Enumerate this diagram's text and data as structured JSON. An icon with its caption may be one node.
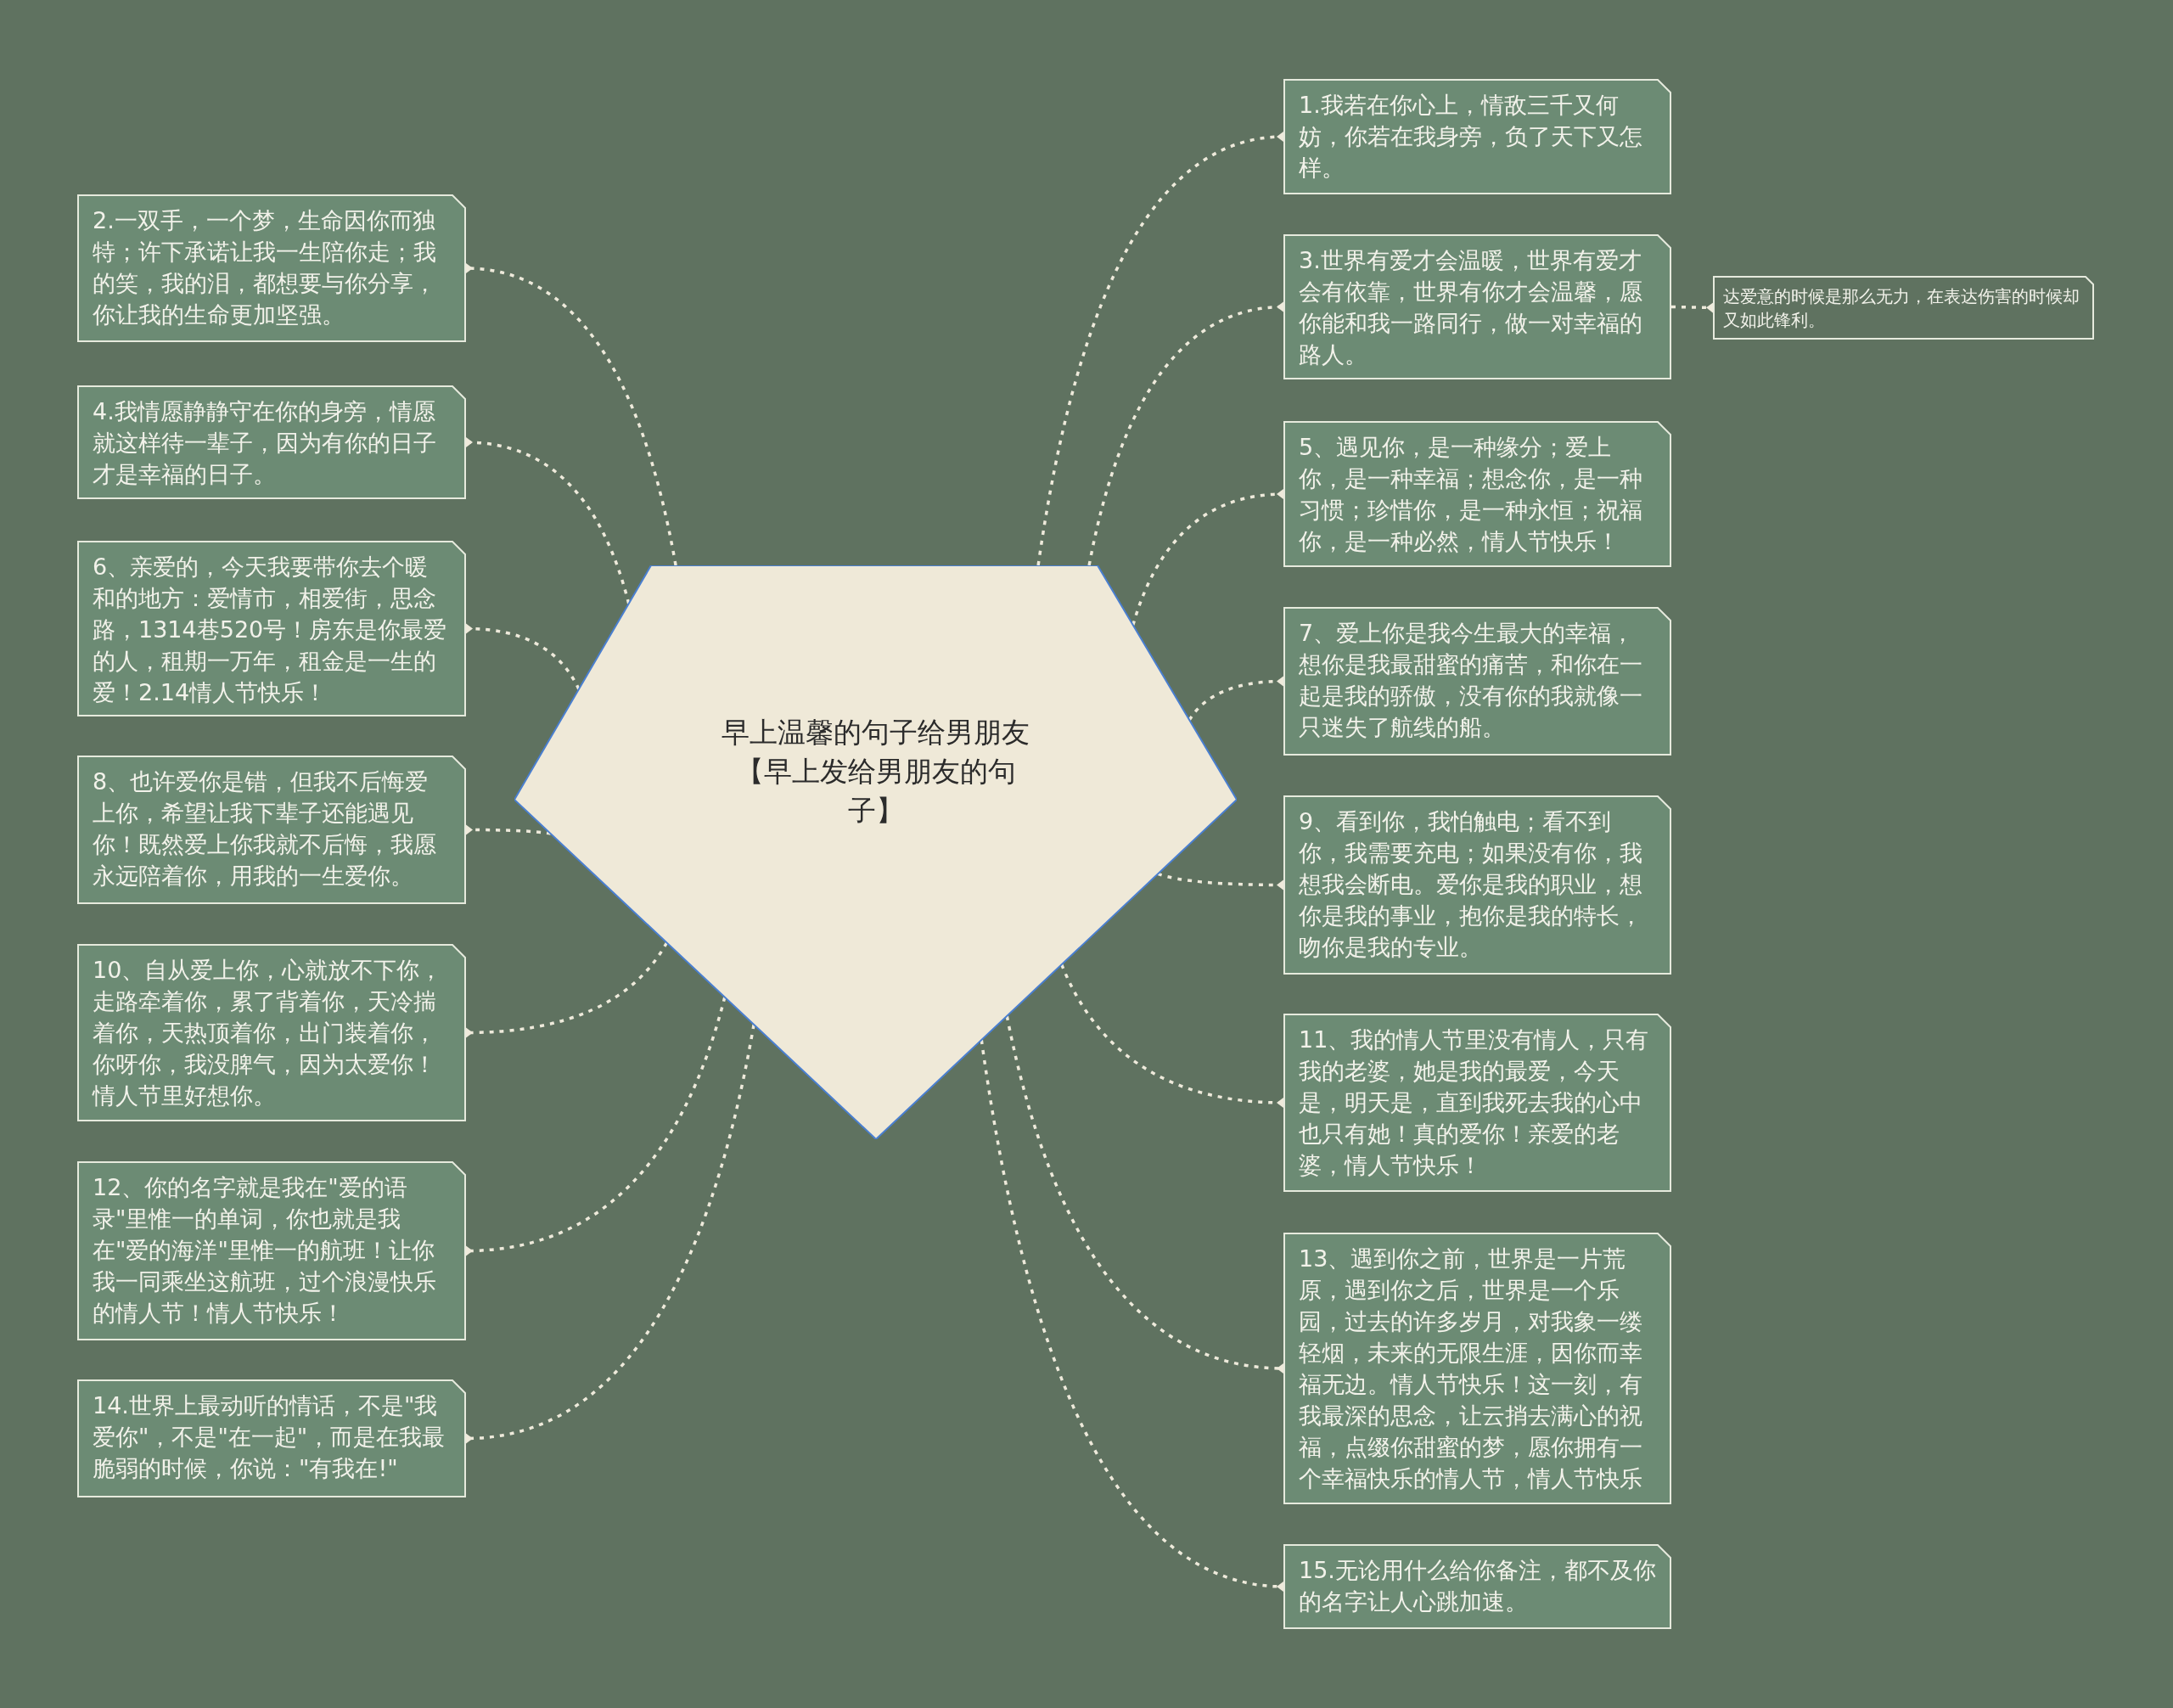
{
  "diagram": {
    "nodes": [
      {
        "text": [
          "早上温馨的句子给男朋友【早上发给男朋友的句子】"
        ]
      },
      {
        "text": [
          "1.我若在你心上，情敌三千又何妨，你若在我身旁，负了天下又怎样。"
        ]
      },
      {
        "text": [
          "2.一双手，一个梦，生命因你而独特；许下承诺让我一生陪你走；我的笑，我的泪，都想要与你分享，你让我的生命更加坚强。"
        ]
      },
      {
        "text": [
          "3.世界有爱才会温暖，世界有爱才会有依靠，世界有你才会温馨，愿你能和我一路同行，做一对幸福的路人。"
        ]
      },
      {
        "text": [
          "4.我情愿静静守在你的身旁，情愿就这样待一辈子，因为有你的日子才是幸福的日子。"
        ]
      },
      {
        "text": [
          "5、遇见你，是一种缘分；爱上你，是一种幸福；想念你，是一种习惯；珍惜你，是一种永恒；祝福你，是一种必然，情人节快乐！"
        ]
      },
      {
        "text": [
          "6、亲爱的，今天我要带你去个暖和的地方：爱情市，相爱街，思念路，1314巷520号！房东是你最爱的人，租期一万年，租金是一生的爱！2.14情人节快乐！"
        ]
      },
      {
        "text": [
          "7、爱上你是我今生最大的幸福，想你是我最甜蜜的痛苦，和你在一起是我的骄傲，没有你的我就像一只迷失了航线的船。"
        ]
      },
      {
        "text": [
          "8、也许爱你是错，但我不后悔爱上你，希望让我下辈子还能遇见你！既然爱上你我就不后悔，我愿永远陪着你，用我的一生爱你。"
        ]
      },
      {
        "text": [
          "9、看到你，我怕触电；看不到你，我需要充电；如果没有你，我想我会断电。爱你是我的职业，想你是我的事业，抱你是我的特长，吻你是我的专业。"
        ]
      },
      {
        "text": [
          "10、自从爱上你，心就放不下你，走路牵着你，累了背着你，天冷揣着你，天热顶着你，出门装着你，你呀你，我没脾气，因为太爱你！情人节里好想你。"
        ]
      },
      {
        "text": [
          "11、我的情人节里没有情人，只有我的老婆，她是我的最爱，今天是，明天是，直到我死去我的心中也只有她！真的爱你！亲爱的老婆，情人节快乐！"
        ]
      },
      {
        "text": [
          "12、你的名字就是我在\"爱的语录\"里惟一的单词，你也就是我在\"爱的海洋\"里惟一的航班！让你我一同乘坐这航班，过个浪漫快乐的情人节！情人节快乐！"
        ]
      },
      {
        "text": [
          "13、遇到你之前，世界是一片荒原，遇到你之后，世界是一个乐园，过去的许多岁月，对我象一缕轻烟，未来的无限生涯，因你而幸福无边。情人节快乐！这一刻，有我最深的思念，让云捎去满心的祝福，点缀你甜蜜的梦，愿你拥有一个幸福快乐的情人节，情人节快乐"
        ]
      },
      {
        "text": [
          "14.世界上最动听的情话，不是\"我爱你\"，不是\"在一起\"，而是在我最脆弱的时候，你说：\"有我在!\""
        ]
      },
      {
        "text": [
          "15.无论用什么给你备注，都不及你的名字让人心跳加速。"
        ]
      },
      {
        "text": [
          "达爱意的时候是那么无力，在表达伤害的时候却又如此锋利。"
        ]
      }
    ],
    "edges": [
      {
        "from": 0,
        "to": 1,
        "arrow": "other",
        "style": "dashed"
      },
      {
        "from": 0,
        "to": 2,
        "arrow": "other",
        "style": "dashed"
      },
      {
        "from": 0,
        "to": 3,
        "arrow": "other",
        "style": "dashed"
      },
      {
        "from": 0,
        "to": 4,
        "arrow": "other",
        "style": "dashed"
      },
      {
        "from": 0,
        "to": 5,
        "arrow": "other",
        "style": "dashed"
      },
      {
        "from": 0,
        "to": 6,
        "arrow": "other",
        "style": "dashed"
      },
      {
        "from": 0,
        "to": 7,
        "arrow": "other",
        "style": "dashed"
      },
      {
        "from": 0,
        "to": 8,
        "arrow": "other",
        "style": "dashed"
      },
      {
        "from": 0,
        "to": 9,
        "arrow": "other",
        "style": "dashed"
      },
      {
        "from": 0,
        "to": 10,
        "arrow": "other",
        "style": "dashed"
      },
      {
        "from": 0,
        "to": 11,
        "arrow": "other",
        "style": "dashed"
      },
      {
        "from": 0,
        "to": 12,
        "arrow": "other",
        "style": "dashed"
      },
      {
        "from": 0,
        "to": 13,
        "arrow": "other",
        "style": "dashed"
      },
      {
        "from": 0,
        "to": 14,
        "arrow": "other",
        "style": "dashed"
      },
      {
        "from": 0,
        "to": 15,
        "arrow": "other",
        "style": "dashed"
      },
      {
        "from": 3,
        "to": 16,
        "arrow": "other",
        "style": "dashed"
      }
    ]
  }
}
